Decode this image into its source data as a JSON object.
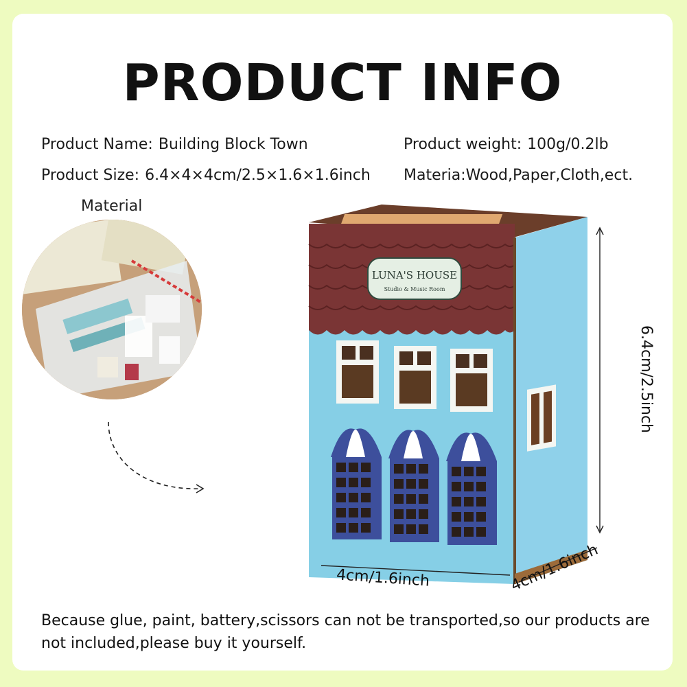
{
  "title": "PRODUCT INFO",
  "info": {
    "name_label": "Product Name:",
    "name_value": "Building Block Town",
    "size_label": "Product Size:",
    "size_value": "6.4×4×4cm/2.5×1.6×1.6inch",
    "weight_label": "Product weight:",
    "weight_value": "100g/0.2lb",
    "material_text": "Materia:Wood,Paper,Cloth,ect."
  },
  "material_label": "Material",
  "house": {
    "sign_title": "LUNA'S HOUSE",
    "sign_sub": "Studio & Music Room"
  },
  "dimensions": {
    "height": "6.4cm/2.5inch",
    "width": "4cm/1.6inch",
    "depth": "4cm/1.6inch"
  },
  "footer": "Because glue, paint, battery,scissors can not be transported,so our products are not included,please buy it yourself.",
  "colors": {
    "background": "#eefbc0",
    "house_blue": "#86cfe6",
    "roof": "#7a3535",
    "awning": "#3d4f9c"
  }
}
